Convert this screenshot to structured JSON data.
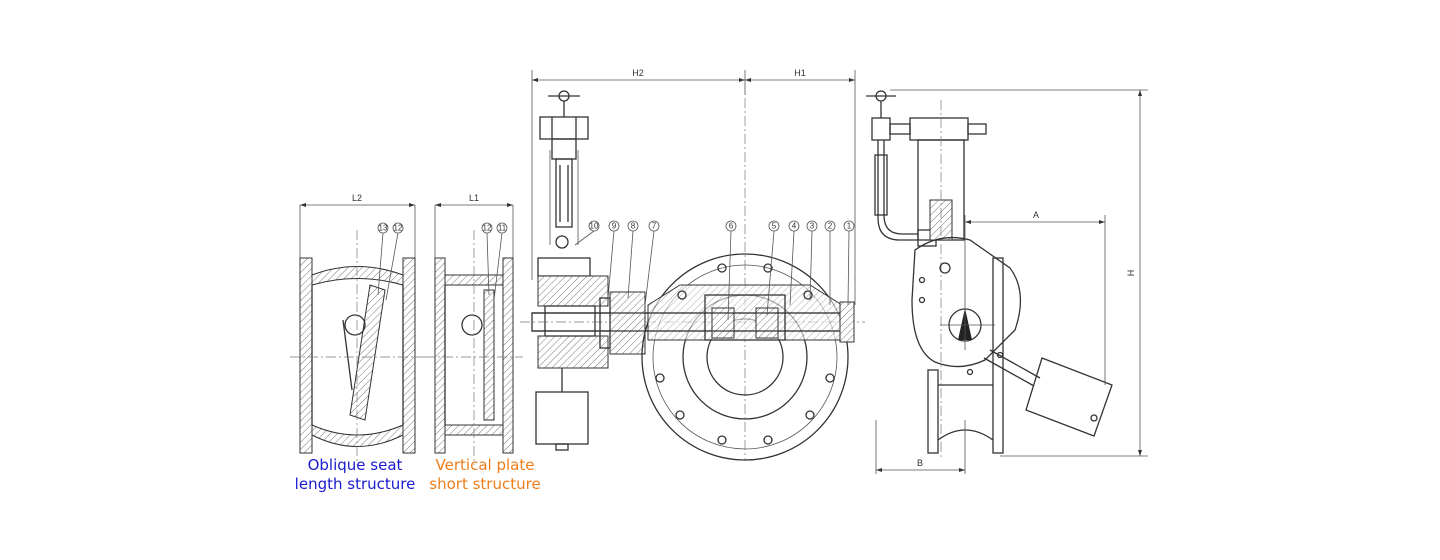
{
  "dimensions": {
    "l2": "L2",
    "l1": "L1",
    "h2": "H2",
    "h1": "H1",
    "h": "H",
    "a": "A",
    "b": "B"
  },
  "oblique_callouts": [
    "13",
    "12"
  ],
  "vertical_callouts": [
    "12",
    "11"
  ],
  "main_callouts": [
    "10",
    "9",
    "8",
    "7",
    "6",
    "5",
    "4",
    "3",
    "2",
    "1"
  ],
  "captions": {
    "oblique": [
      "Oblique seat",
      "length structure"
    ],
    "vertical": [
      "Vertical plate",
      "short structure"
    ]
  },
  "colors": {
    "oblique_caption": "#1a1ad0",
    "vertical_caption": "#f07d1a",
    "line": "#333333"
  }
}
